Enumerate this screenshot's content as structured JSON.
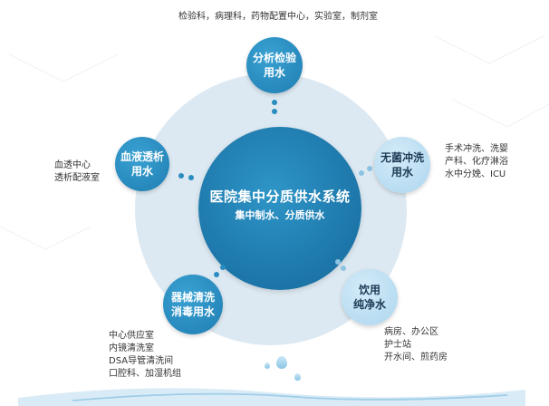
{
  "hub": {
    "title": "医院集中分质供水系统",
    "subtitle": "集中制水、分质供水"
  },
  "nodes": {
    "top": {
      "name": "分析检验\n用水",
      "desc": [
        "检验科，病理科，药物配置中心，实验室，制剂室"
      ]
    },
    "left": {
      "name": "血液透析\n用水",
      "desc": [
        "血透中心",
        "透析配液室"
      ]
    },
    "right": {
      "name": "无菌冲洗\n用水",
      "desc": [
        "手术冲洗、洗婴",
        "产科、化疗淋浴",
        "水中分娩、ICU"
      ]
    },
    "bottom_left": {
      "name": "器械清洗\n消毒用水",
      "desc": [
        "中心供应室",
        "内镜清洗室",
        "DSA导管清洗间",
        "口腔科、加湿机组"
      ]
    },
    "bottom_right": {
      "name": "饮用\n纯净水",
      "desc": [
        "病房、办公区",
        "护士站",
        "开水间、煎药房"
      ]
    }
  },
  "colors": {
    "hub": "#1b73a6",
    "ring": "#dde9f2",
    "node_dark": "#2484b8",
    "node_light": "#b4daf1"
  }
}
